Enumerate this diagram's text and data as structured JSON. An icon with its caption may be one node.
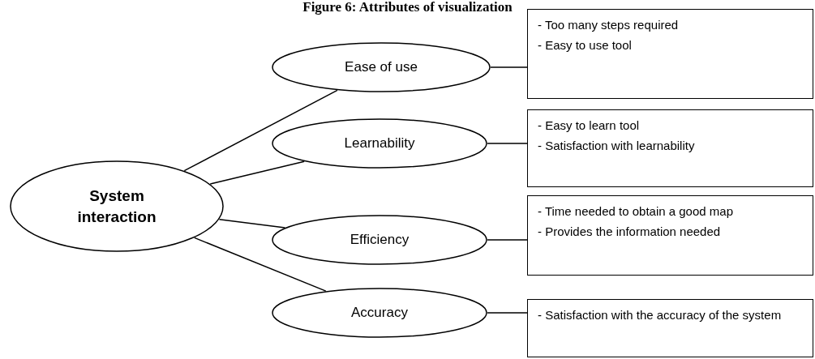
{
  "diagram": {
    "title": "Figure 6: Attributes of visualization",
    "nodes": [
      {
        "text": [
          "System interaction"
        ]
      },
      {
        "text": [
          "Ease of use"
        ]
      },
      {
        "text": [
          "Learnability"
        ]
      },
      {
        "text": [
          "Efficiency"
        ]
      },
      {
        "text": [
          "Accuracy"
        ]
      },
      {
        "text": [
          "- Too many steps required",
          "- Easy to use tool"
        ]
      },
      {
        "text": [
          "- Easy to learn tool",
          "- Satisfaction with learnability"
        ]
      },
      {
        "text": [
          "- Time needed to obtain a good map",
          "- Provides the information needed"
        ]
      },
      {
        "text": [
          "- Satisfaction with the accuracy of the system"
        ]
      }
    ],
    "edges": [
      {
        "from": 0,
        "to": 1,
        "arrow": "none"
      },
      {
        "from": 0,
        "to": 2,
        "arrow": "none"
      },
      {
        "from": 0,
        "to": 3,
        "arrow": "none"
      },
      {
        "from": 0,
        "to": 4,
        "arrow": "none"
      },
      {
        "from": 1,
        "to": 5,
        "arrow": "none"
      },
      {
        "from": 2,
        "to": 6,
        "arrow": "none"
      },
      {
        "from": 3,
        "to": 7,
        "arrow": "none"
      },
      {
        "from": 4,
        "to": 8,
        "arrow": "none"
      }
    ]
  }
}
